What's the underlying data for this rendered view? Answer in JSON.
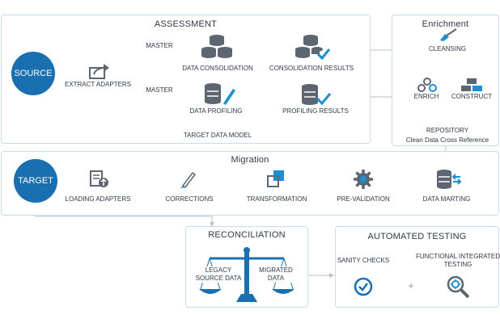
{
  "assessment": {
    "title": "ASSESSMENT",
    "source": "SOURCE",
    "extract_adapters": "EXTRACT ADAPTERS",
    "master_top": "MASTER",
    "master_bottom": "MASTER",
    "data_consolidation": "DATA CONSOLIDATION",
    "consolidation_results": "CONSOLIDATION RESULTS",
    "data_profiling": "DATA PROFILING",
    "profiling_results": "PROFILING RESULTS",
    "target_data_model": "TARGET DATA MODEL"
  },
  "enrichment": {
    "title": "Enrichment",
    "cleansing": "CLEANSING",
    "enrich": "ENRICH",
    "construct": "CONSTRUCT",
    "repository": "REPOSITORY",
    "repository_sub": "Clean Data Cross Reference"
  },
  "migration": {
    "title": "Migration",
    "target": "TARGET",
    "loading_adapters": "LOADING ADAPTERS",
    "corrections": "CORRECTIONS",
    "transformation": "TRANSFORMATION",
    "pre_validation": "PRE-VALIDATION",
    "data_marting": "DATA MARTING"
  },
  "reconciliation": {
    "title": "RECONCILIATION",
    "legacy_line1": "LEGACY",
    "legacy_line2": "SOURCE DATA",
    "migrated_line1": "MIGRATED",
    "migrated_line2": "DATA"
  },
  "automated_testing": {
    "title": "AUTOMATED TESTING",
    "sanity_checks": "SANITY CHECKS",
    "functional_line1": "FUNCTIONAL INTEGRATED",
    "functional_line2": "TESTING",
    "plus": "+"
  },
  "colors": {
    "accent": "#1a6fb0",
    "icon_gray": "#5d6670",
    "icon_blue": "#1a8fd6",
    "border": "#c9dcec",
    "line": "#b8c2cb"
  }
}
